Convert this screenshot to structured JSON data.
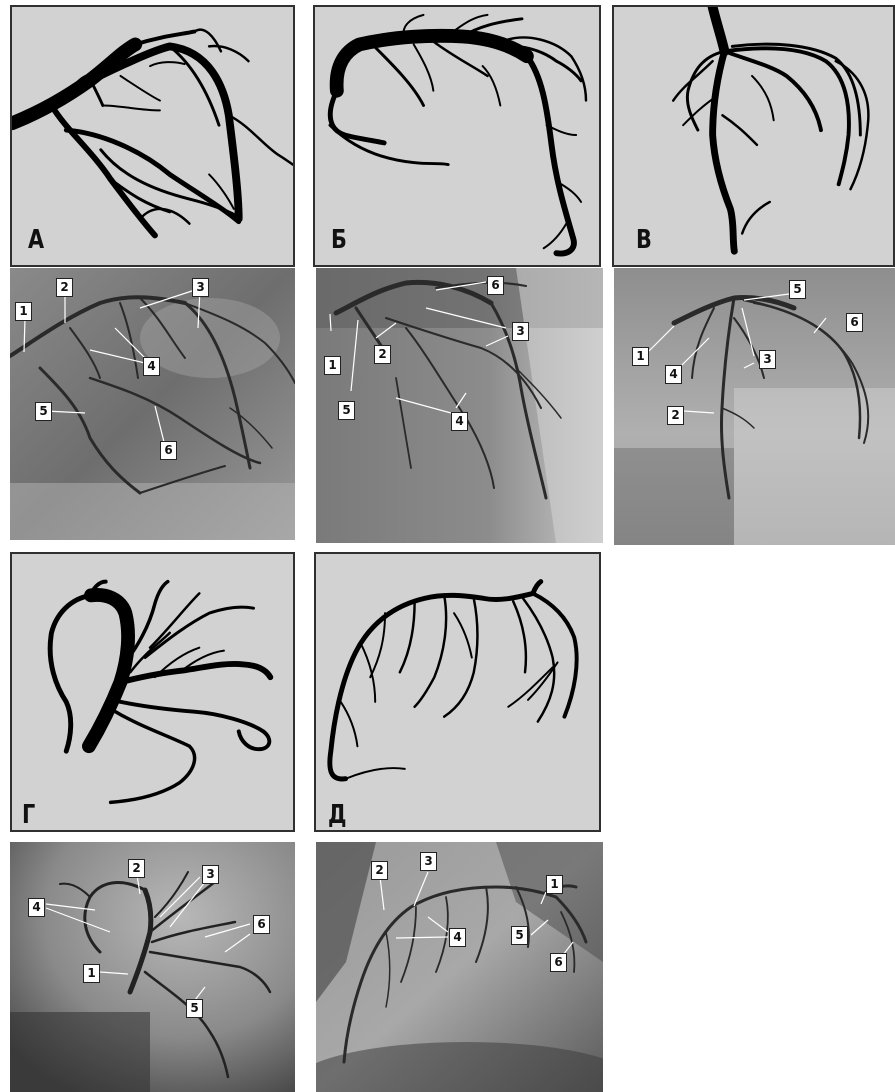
{
  "panels": [
    {
      "letter": "А",
      "callouts": [
        "1",
        "2",
        "3",
        "4",
        "5",
        "6"
      ]
    },
    {
      "letter": "Б",
      "callouts": [
        "6",
        "1",
        "2",
        "3",
        "5",
        "4"
      ]
    },
    {
      "letter": "В",
      "callouts": [
        "5",
        "6",
        "1",
        "4",
        "3",
        "2"
      ]
    },
    {
      "letter": "Г",
      "callouts": [
        "2",
        "3",
        "4",
        "6",
        "1",
        "5"
      ]
    },
    {
      "letter": "Д",
      "callouts": [
        "3",
        "2",
        "1",
        "4",
        "5",
        "6"
      ]
    }
  ],
  "colors": {
    "scheme_bg": "#d2d2d2",
    "vessel": "#000000",
    "label_bg": "#ffffff"
  }
}
